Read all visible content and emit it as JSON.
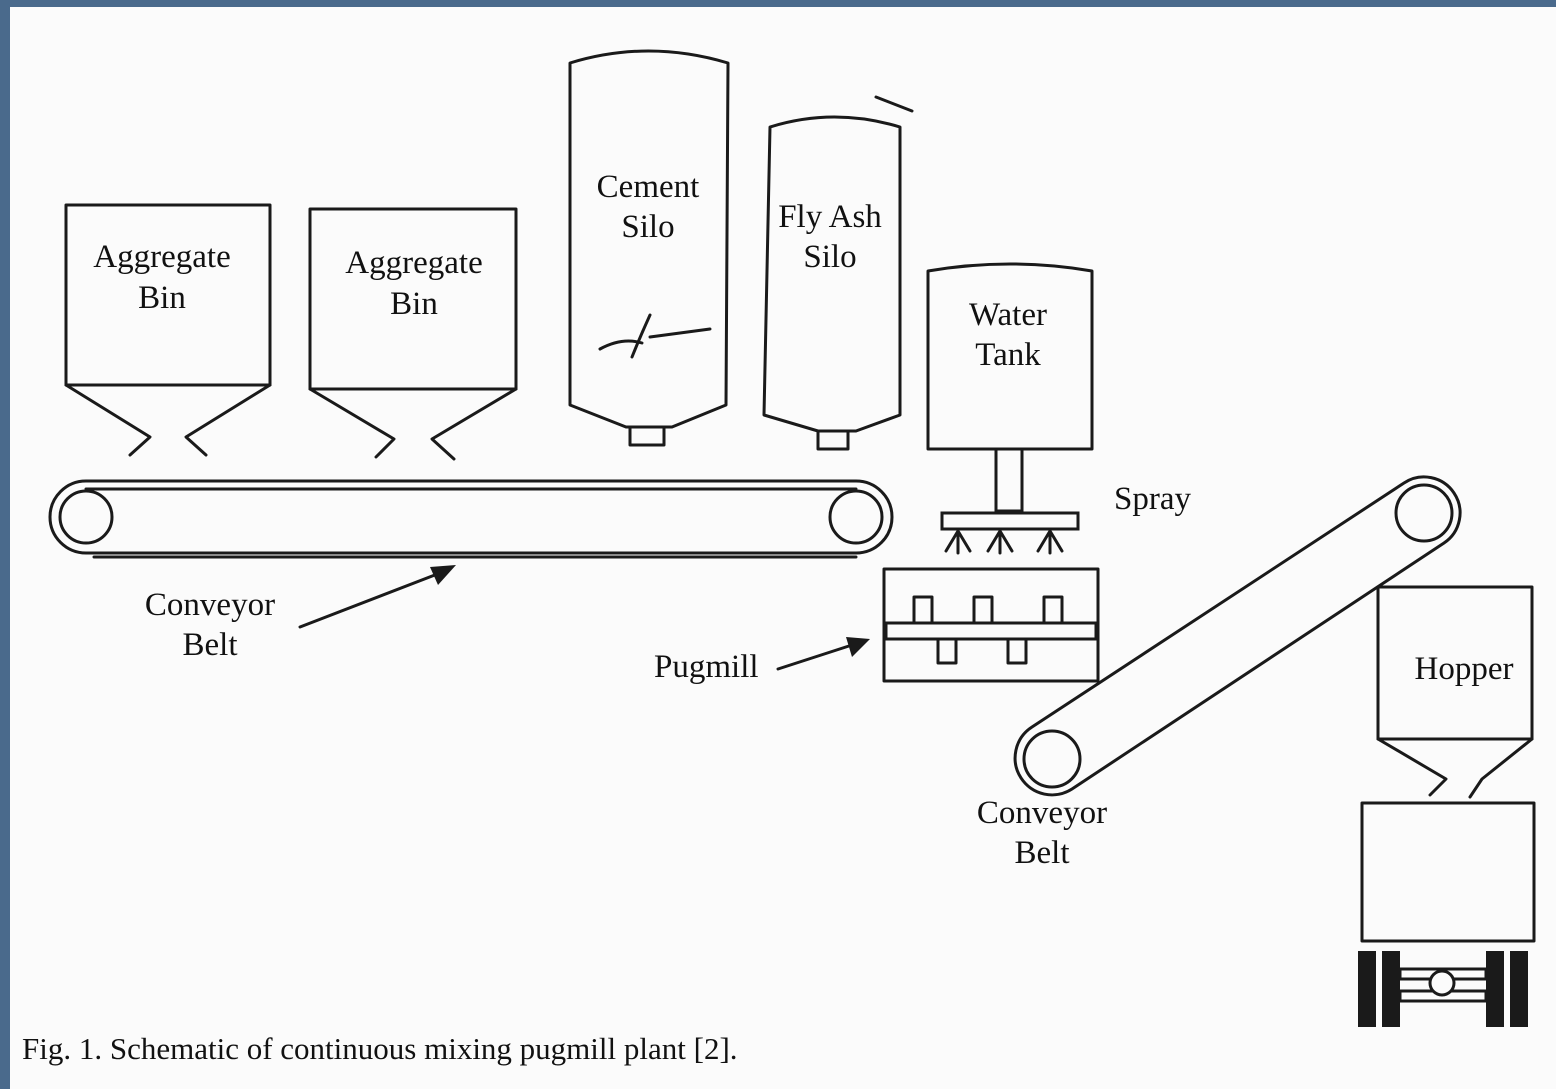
{
  "figure": {
    "labels": {
      "aggregate_bin_1": [
        "Aggregate",
        "Bin"
      ],
      "aggregate_bin_2": [
        "Aggregate",
        "Bin"
      ],
      "cement_silo": [
        "Cement",
        "Silo"
      ],
      "fly_ash_silo": [
        "Fly Ash",
        "Silo"
      ],
      "water_tank": [
        "Water",
        "Tank"
      ],
      "spray": "Spray",
      "conveyor_belt_1": [
        "Conveyor",
        "Belt"
      ],
      "pugmill": "Pugmill",
      "conveyor_belt_2": [
        "Conveyor",
        "Belt"
      ],
      "hopper": "Hopper"
    },
    "caption": "Fig. 1. Schematic of continuous mixing pugmill plant [2]."
  },
  "colors": {
    "frame_border": "#4a6a8c",
    "background": "#fbfbfb",
    "ink": "#1a1a1a"
  }
}
